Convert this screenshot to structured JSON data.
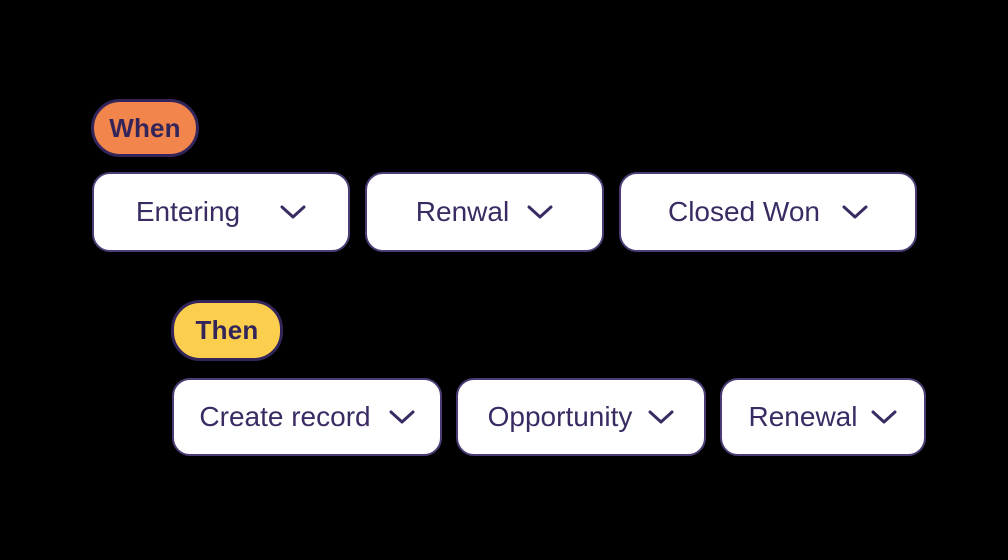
{
  "colors": {
    "background": "#000000",
    "when_badge_bg": "#F1854B",
    "then_badge_bg": "#FBCE4D",
    "outline_dark": "#33255A",
    "text_dark": "#3A2C63",
    "dropdown_bg": "#FFFFFF",
    "dropdown_border": "#4B3C73"
  },
  "when_group": {
    "badge_label": "When",
    "dropdowns": [
      {
        "label": "Entering",
        "icon": "chevron-down-icon"
      },
      {
        "label": "Renwal",
        "icon": "chevron-down-icon"
      },
      {
        "label": "Closed Won",
        "icon": "chevron-down-icon"
      }
    ]
  },
  "then_group": {
    "badge_label": "Then",
    "dropdowns": [
      {
        "label": "Create record",
        "icon": "chevron-down-icon"
      },
      {
        "label": "Opportunity",
        "icon": "chevron-down-icon"
      },
      {
        "label": "Renewal",
        "icon": "chevron-down-icon"
      }
    ]
  }
}
